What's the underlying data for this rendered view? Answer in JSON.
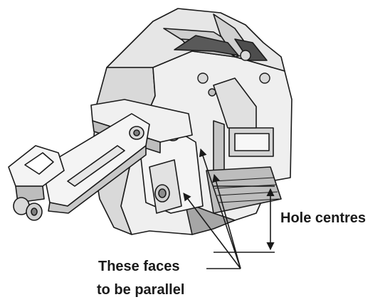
{
  "figure": {
    "callouts": {
      "hole_centres": "Hole centres",
      "faces_line1": "These faces",
      "faces_line2": "to be parallel"
    },
    "colors": {
      "line": "#1a1a1a",
      "face_light": "#f2f2f2",
      "face_mid": "#d9d9d9",
      "face_dark": "#a6a6a6",
      "face_shadow": "#7f7f7f"
    }
  }
}
